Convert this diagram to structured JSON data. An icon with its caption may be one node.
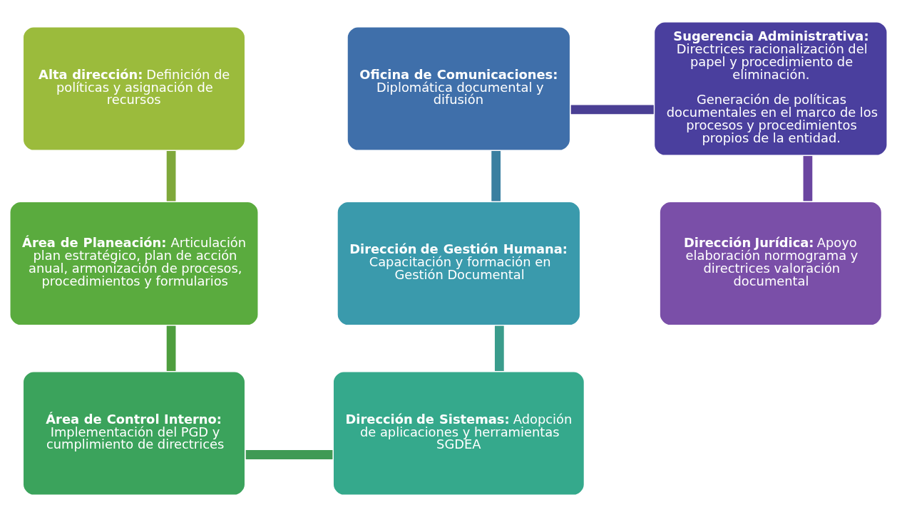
{
  "diagram": {
    "nodes": [
      {
        "text": [
          "**Alta dirección:** Definición de políticas y asignación de recursos"
        ]
      },
      {
        "text": [
          "**Oficina de Comunicaciones:** Diplomática documental y difusión"
        ]
      },
      {
        "text": [
          "**Sugerencia Administrativa:** Directrices racionalización del papel y procedimiento de eliminación.",
          "Generación de políticas documentales en el marco de los procesos y procedimientos propios de la entidad."
        ]
      },
      {
        "text": [
          "**Área de Planeación:** Articulación plan estratégico, plan de acción anual, armonización de procesos, procedimientos y formularios"
        ]
      },
      {
        "text": [
          "**Dirección de Gestión Humana:** Capacitación y formación en Gestión Documental"
        ]
      },
      {
        "text": [
          "**Dirección Jurídica:** Apoyo elaboración normograma y directrices valoración documental"
        ]
      },
      {
        "text": [
          "**Área de Control Interno:** Implementación del PGD y cumplimiento de directrices"
        ]
      },
      {
        "text": [
          "**Dirección de Sistemas:** Adopción de aplicaciones y herramientas SGDEA"
        ]
      }
    ],
    "edges": [
      {
        "from": 0,
        "to": 3,
        "arrow": "none",
        "color": "#7fa83a"
      },
      {
        "from": 3,
        "to": 6,
        "arrow": "none",
        "color": "#4e9e3e"
      },
      {
        "from": 6,
        "to": 7,
        "arrow": "none",
        "color": "#3f9a55"
      },
      {
        "from": 7,
        "to": 4,
        "arrow": "none",
        "color": "#3a9c8c"
      },
      {
        "from": 4,
        "to": 1,
        "arrow": "none",
        "color": "#3a7fa0"
      },
      {
        "from": 1,
        "to": 2,
        "arrow": "none",
        "color": "#4a3f94"
      },
      {
        "from": 2,
        "to": 5,
        "arrow": "none",
        "color": "#6a45a0"
      }
    ]
  }
}
